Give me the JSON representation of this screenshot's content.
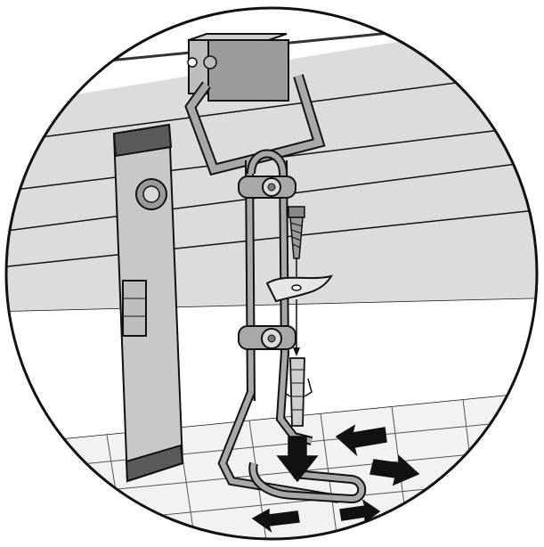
{
  "illustration": {
    "subject": "installation-detail",
    "colors": {
      "background": "#ffffff",
      "circle_fill": "#e6e6e6",
      "wall_panel": "#d9d9d9",
      "plinth": "#ffffff",
      "floor": "#f4f4f4",
      "outline": "#111111",
      "metal": "#a8a8a8",
      "metal_dark": "#7f7f7f",
      "spirit_level": "#c4c4c4",
      "spirit_level_cap": "#5a5a5a",
      "arrow": "#111111"
    },
    "icons": {
      "mount_block": "clamp-block",
      "level": "spirit-level",
      "screw": "screw-icon",
      "anchor": "wall-plug-icon",
      "arrows": "direction-arrows"
    }
  }
}
